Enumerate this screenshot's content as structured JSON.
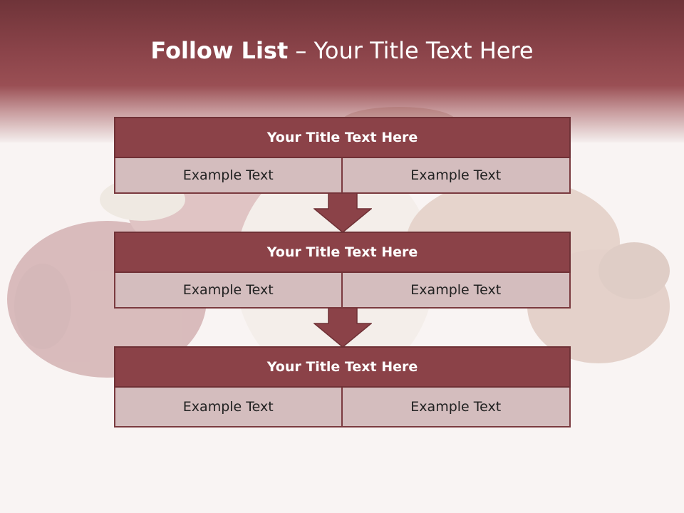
{
  "slide": {
    "title_bold": "Follow List",
    "title_sep": " – ",
    "title_rest": "Your Title Text Here"
  },
  "colors": {
    "header_band": "#8a4349",
    "block_head": "#8b4248",
    "block_cell": "#d4bdbe",
    "arrow": "#8b4248"
  },
  "blocks": [
    {
      "title": "Your Title Text Here",
      "left": "Example Text",
      "right": "Example Text"
    },
    {
      "title": "Your Title Text Here",
      "left": "Example Text",
      "right": "Example Text"
    },
    {
      "title": "Your Title Text Here",
      "left": "Example Text",
      "right": "Example Text"
    }
  ]
}
